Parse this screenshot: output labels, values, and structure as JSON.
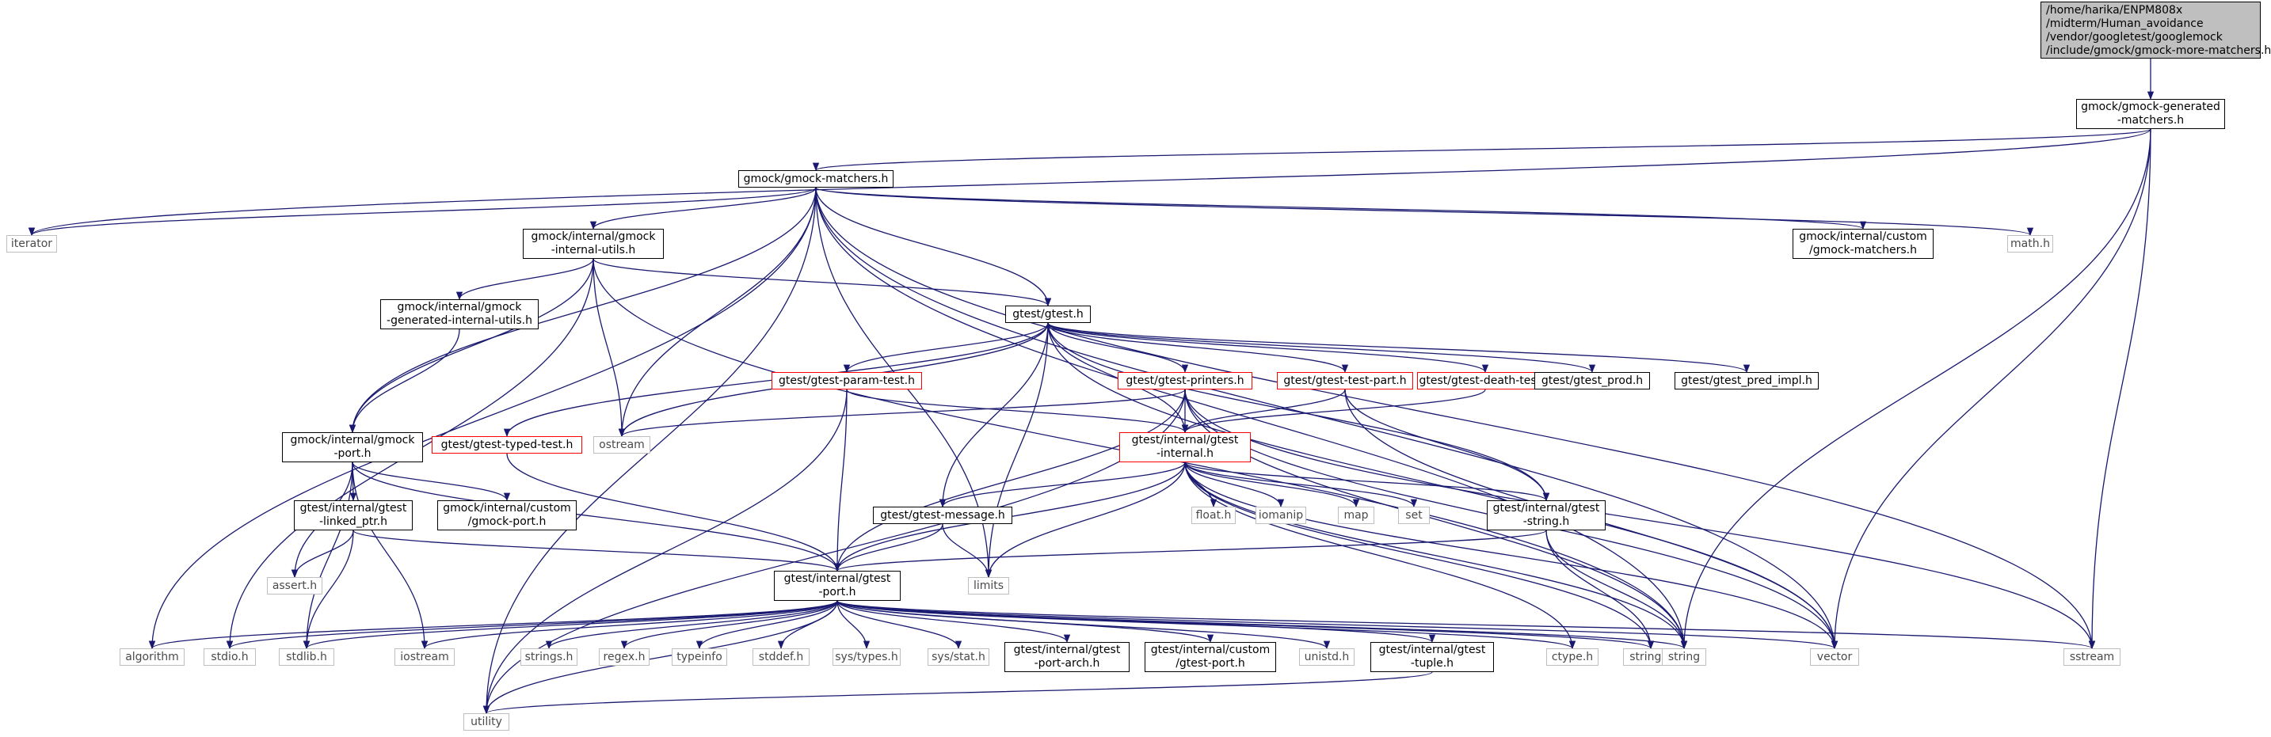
{
  "colors": {
    "edge": "#191970",
    "node_border": "#000000",
    "system_border": "#bfbfbf",
    "incomplete_border": "#ff0000",
    "root_fill": "#bfbfbf"
  },
  "nodes": [
    {
      "id": "root",
      "label": "/home/harika/ENPM808x\n/midterm/Human_avoidance\n/vendor/googletest/googlemock\n/include/gmock/gmock-more-matchers.h",
      "kind": "root"
    },
    {
      "id": "gen_matchers",
      "label": "gmock/gmock-generated\n-matchers.h",
      "kind": "normal"
    },
    {
      "id": "matchers",
      "label": "gmock/gmock-matchers.h",
      "kind": "normal"
    },
    {
      "id": "iterator",
      "label": "iterator",
      "kind": "system"
    },
    {
      "id": "internal_utils",
      "label": "gmock/internal/gmock\n-internal-utils.h",
      "kind": "normal"
    },
    {
      "id": "custom_matchers",
      "label": "gmock/internal/custom\n/gmock-matchers.h",
      "kind": "normal"
    },
    {
      "id": "math",
      "label": "math.h",
      "kind": "system"
    },
    {
      "id": "gen_internal_utils",
      "label": "gmock/internal/gmock\n-generated-internal-utils.h",
      "kind": "normal"
    },
    {
      "id": "gtest",
      "label": "gtest/gtest.h",
      "kind": "normal"
    },
    {
      "id": "param_test",
      "label": "gtest/gtest-param-test.h",
      "kind": "red"
    },
    {
      "id": "printers",
      "label": "gtest/gtest-printers.h",
      "kind": "red"
    },
    {
      "id": "test_part",
      "label": "gtest/gtest-test-part.h",
      "kind": "red"
    },
    {
      "id": "death_test",
      "label": "gtest/gtest-death-test.h",
      "kind": "red"
    },
    {
      "id": "prod",
      "label": "gtest/gtest_prod.h",
      "kind": "normal"
    },
    {
      "id": "pred_impl",
      "label": "gtest/gtest_pred_impl.h",
      "kind": "normal"
    },
    {
      "id": "gmock_port",
      "label": "gmock/internal/gmock\n-port.h",
      "kind": "normal"
    },
    {
      "id": "typed_test",
      "label": "gtest/gtest-typed-test.h",
      "kind": "red"
    },
    {
      "id": "ostream",
      "label": "ostream",
      "kind": "system"
    },
    {
      "id": "gtest_internal",
      "label": "gtest/internal/gtest\n-internal.h",
      "kind": "red"
    },
    {
      "id": "linked_ptr",
      "label": "gtest/internal/gtest\n-linked_ptr.h",
      "kind": "normal"
    },
    {
      "id": "custom_gmock_port",
      "label": "gmock/internal/custom\n/gmock-port.h",
      "kind": "normal"
    },
    {
      "id": "message",
      "label": "gtest/gtest-message.h",
      "kind": "normal"
    },
    {
      "id": "float",
      "label": "float.h",
      "kind": "system"
    },
    {
      "id": "iomanip",
      "label": "iomanip",
      "kind": "system"
    },
    {
      "id": "map",
      "label": "map",
      "kind": "system"
    },
    {
      "id": "set",
      "label": "set",
      "kind": "system"
    },
    {
      "id": "gtest_string",
      "label": "gtest/internal/gtest\n-string.h",
      "kind": "normal"
    },
    {
      "id": "assert",
      "label": "assert.h",
      "kind": "system"
    },
    {
      "id": "gtest_port",
      "label": "gtest/internal/gtest\n-port.h",
      "kind": "normal"
    },
    {
      "id": "limits",
      "label": "limits",
      "kind": "system"
    },
    {
      "id": "algorithm",
      "label": "algorithm",
      "kind": "system"
    },
    {
      "id": "stdio",
      "label": "stdio.h",
      "kind": "system"
    },
    {
      "id": "stdlib",
      "label": "stdlib.h",
      "kind": "system"
    },
    {
      "id": "iostream",
      "label": "iostream",
      "kind": "system"
    },
    {
      "id": "strings",
      "label": "strings.h",
      "kind": "system"
    },
    {
      "id": "regex",
      "label": "regex.h",
      "kind": "system"
    },
    {
      "id": "typeinfo",
      "label": "typeinfo",
      "kind": "system"
    },
    {
      "id": "stddef",
      "label": "stddef.h",
      "kind": "system"
    },
    {
      "id": "sys_types",
      "label": "sys/types.h",
      "kind": "system"
    },
    {
      "id": "sys_stat",
      "label": "sys/stat.h",
      "kind": "system"
    },
    {
      "id": "port_arch",
      "label": "gtest/internal/gtest\n-port-arch.h",
      "kind": "normal"
    },
    {
      "id": "custom_gtest_port",
      "label": "gtest/internal/custom\n/gtest-port.h",
      "kind": "normal"
    },
    {
      "id": "unistd",
      "label": "unistd.h",
      "kind": "system"
    },
    {
      "id": "tuple",
      "label": "gtest/internal/gtest\n-tuple.h",
      "kind": "normal"
    },
    {
      "id": "ctype",
      "label": "ctype.h",
      "kind": "system"
    },
    {
      "id": "string_h",
      "label": "string.h",
      "kind": "system"
    },
    {
      "id": "string",
      "label": "string",
      "kind": "system"
    },
    {
      "id": "vector",
      "label": "vector",
      "kind": "system"
    },
    {
      "id": "sstream",
      "label": "sstream",
      "kind": "system"
    },
    {
      "id": "utility",
      "label": "utility",
      "kind": "system"
    }
  ],
  "edges": [
    [
      "root",
      "gen_matchers"
    ],
    [
      "gen_matchers",
      "matchers"
    ],
    [
      "gen_matchers",
      "iterator"
    ],
    [
      "gen_matchers",
      "string"
    ],
    [
      "gen_matchers",
      "vector"
    ],
    [
      "gen_matchers",
      "sstream"
    ],
    [
      "matchers",
      "iterator"
    ],
    [
      "matchers",
      "algorithm"
    ],
    [
      "matchers",
      "utility"
    ],
    [
      "matchers",
      "gmock_port"
    ],
    [
      "matchers",
      "internal_utils"
    ],
    [
      "matchers",
      "ostream"
    ],
    [
      "matchers",
      "limits"
    ],
    [
      "matchers",
      "gtest"
    ],
    [
      "matchers",
      "custom_matchers"
    ],
    [
      "matchers",
      "math"
    ],
    [
      "matchers",
      "string"
    ],
    [
      "matchers",
      "vector"
    ],
    [
      "matchers",
      "sstream"
    ],
    [
      "internal_utils",
      "stdio"
    ],
    [
      "internal_utils",
      "gen_internal_utils"
    ],
    [
      "internal_utils",
      "gmock_port"
    ],
    [
      "internal_utils",
      "ostream"
    ],
    [
      "internal_utils",
      "gtest"
    ],
    [
      "internal_utils",
      "string"
    ],
    [
      "gen_internal_utils",
      "gmock_port"
    ],
    [
      "gtest",
      "typed_test"
    ],
    [
      "gtest",
      "ostream"
    ],
    [
      "gtest",
      "param_test"
    ],
    [
      "gtest",
      "printers"
    ],
    [
      "gtest",
      "test_part"
    ],
    [
      "gtest",
      "death_test"
    ],
    [
      "gtest",
      "prod"
    ],
    [
      "gtest",
      "pred_impl"
    ],
    [
      "gtest",
      "message"
    ],
    [
      "gtest",
      "gtest_internal"
    ],
    [
      "gtest",
      "limits"
    ],
    [
      "gtest",
      "gtest_string"
    ],
    [
      "gtest",
      "vector"
    ],
    [
      "param_test",
      "gtest_port"
    ],
    [
      "param_test",
      "utility"
    ],
    [
      "param_test",
      "gtest_internal"
    ],
    [
      "printers",
      "ostream"
    ],
    [
      "printers",
      "gtest_internal"
    ],
    [
      "printers",
      "gtest_port"
    ],
    [
      "printers",
      "string"
    ],
    [
      "printers",
      "vector"
    ],
    [
      "printers",
      "sstream"
    ],
    [
      "printers",
      "utility"
    ],
    [
      "test_part",
      "gtest_internal"
    ],
    [
      "test_part",
      "gtest_string"
    ],
    [
      "test_part",
      "vector"
    ],
    [
      "death_test",
      "gtest_internal"
    ],
    [
      "gmock_port",
      "assert"
    ],
    [
      "gmock_port",
      "stdlib"
    ],
    [
      "gmock_port",
      "iostream"
    ],
    [
      "gmock_port",
      "linked_ptr"
    ],
    [
      "gmock_port",
      "custom_gmock_port"
    ],
    [
      "gmock_port",
      "gtest_port"
    ],
    [
      "typed_test",
      "gtest_port"
    ],
    [
      "gtest_internal",
      "message"
    ],
    [
      "gtest_internal",
      "float"
    ],
    [
      "gtest_internal",
      "iomanip"
    ],
    [
      "gtest_internal",
      "map"
    ],
    [
      "gtest_internal",
      "set"
    ],
    [
      "gtest_internal",
      "gtest_string"
    ],
    [
      "gtest_internal",
      "gtest_port"
    ],
    [
      "gtest_internal",
      "limits"
    ],
    [
      "gtest_internal",
      "ctype"
    ],
    [
      "gtest_internal",
      "string_h"
    ],
    [
      "gtest_internal",
      "string"
    ],
    [
      "gtest_internal",
      "vector"
    ],
    [
      "linked_ptr",
      "assert"
    ],
    [
      "linked_ptr",
      "stdlib"
    ],
    [
      "linked_ptr",
      "gtest_port"
    ],
    [
      "message",
      "gtest_port"
    ],
    [
      "message",
      "limits"
    ],
    [
      "gtest_string",
      "gtest_port"
    ],
    [
      "gtest_string",
      "string_h"
    ],
    [
      "gtest_string",
      "string"
    ],
    [
      "gtest_port",
      "algorithm"
    ],
    [
      "gtest_port",
      "stdio"
    ],
    [
      "gtest_port",
      "stdlib"
    ],
    [
      "gtest_port",
      "iostream"
    ],
    [
      "gtest_port",
      "utility"
    ],
    [
      "gtest_port",
      "strings"
    ],
    [
      "gtest_port",
      "regex"
    ],
    [
      "gtest_port",
      "typeinfo"
    ],
    [
      "gtest_port",
      "stddef"
    ],
    [
      "gtest_port",
      "sys_types"
    ],
    [
      "gtest_port",
      "sys_stat"
    ],
    [
      "gtest_port",
      "port_arch"
    ],
    [
      "gtest_port",
      "custom_gtest_port"
    ],
    [
      "gtest_port",
      "unistd"
    ],
    [
      "gtest_port",
      "tuple"
    ],
    [
      "gtest_port",
      "ctype"
    ],
    [
      "gtest_port",
      "string_h"
    ],
    [
      "gtest_port",
      "string"
    ],
    [
      "gtest_port",
      "vector"
    ],
    [
      "gtest_port",
      "sstream"
    ],
    [
      "tuple",
      "utility"
    ]
  ]
}
